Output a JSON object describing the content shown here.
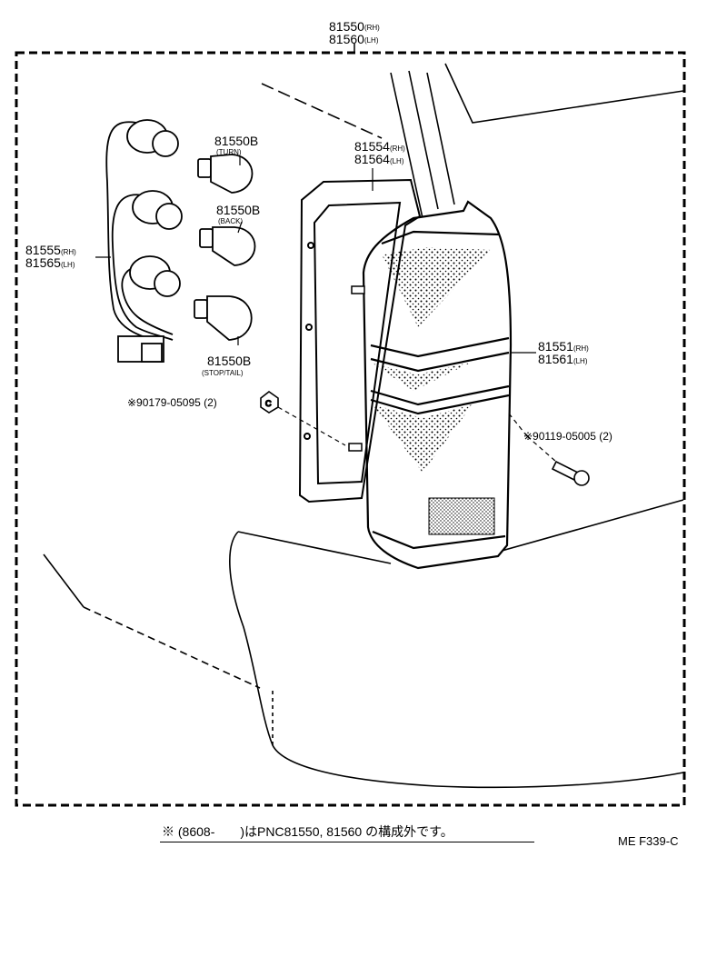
{
  "assembly": {
    "part_rh": "81550",
    "side_rh": "(RH)",
    "part_lh": "81560",
    "side_lh": "(LH)"
  },
  "bulb_turn": {
    "part": "81550B",
    "desc": "(TURN)"
  },
  "bulb_back": {
    "part": "81550B",
    "desc": "(BACK)"
  },
  "bulb_stop": {
    "part": "81550B",
    "desc": "(STOP/TAIL)"
  },
  "gasket": {
    "part_rh": "81554",
    "side_rh": "(RH)",
    "part_lh": "81564",
    "side_lh": "(LH)"
  },
  "socket": {
    "part_rh": "81555",
    "side_rh": "(RH)",
    "part_lh": "81565",
    "side_lh": "(LH)"
  },
  "lens": {
    "part_rh": "81551",
    "side_rh": "(RH)",
    "part_lh": "81561",
    "side_lh": "(LH)"
  },
  "nut": {
    "label": "※90179-05095 (2)"
  },
  "screw": {
    "label": "※90119-05005 (2)"
  },
  "footnote": "※ (8608-　　)はPNC81550, 81560 の構成外です。",
  "drawing_code": "ME F339-C",
  "colors": {
    "line": "#000000",
    "background": "#ffffff"
  }
}
